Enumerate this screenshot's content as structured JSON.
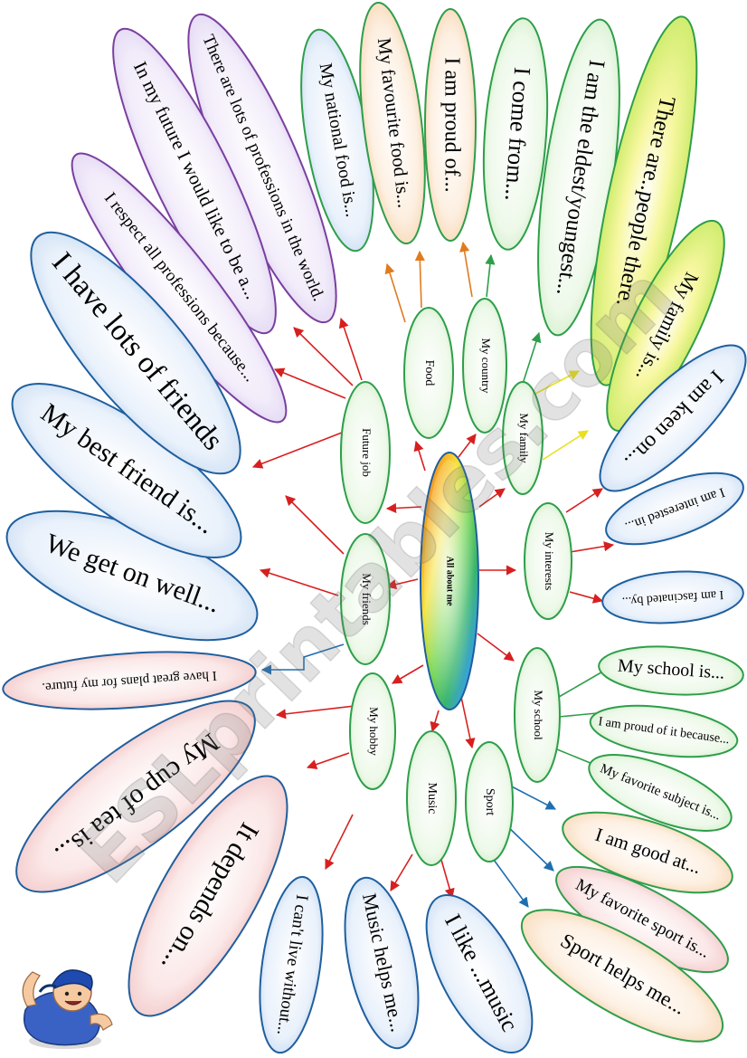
{
  "center": {
    "label": "All about me"
  },
  "topics": [
    {
      "id": "food",
      "label": "Food"
    },
    {
      "id": "my-country",
      "label": "My country"
    },
    {
      "id": "my-family",
      "label": "My family"
    },
    {
      "id": "my-interests",
      "label": "My interests"
    },
    {
      "id": "my-school",
      "label": "My school"
    },
    {
      "id": "sport",
      "label": "Sport"
    },
    {
      "id": "music",
      "label": "Music"
    },
    {
      "id": "my-hobby",
      "label": "My hobby"
    },
    {
      "id": "my-friends",
      "label": "My friends"
    },
    {
      "id": "future-job",
      "label": "Future job"
    }
  ],
  "phrases": [
    {
      "topic": "future-job",
      "text": "There are lots of professions in the world."
    },
    {
      "topic": "future-job",
      "text": "In my future I would like to be a..."
    },
    {
      "topic": "future-job",
      "text": "I respect all professions because..."
    },
    {
      "topic": "food",
      "text": "My national food is..."
    },
    {
      "topic": "food",
      "text": "My favourite food is..."
    },
    {
      "topic": "my-country",
      "text": "I am proud of..."
    },
    {
      "topic": "my-country",
      "text": "I come from..."
    },
    {
      "topic": "my-family",
      "text": "I am the eldest/youngest..."
    },
    {
      "topic": "my-family",
      "text": "There are..people there."
    },
    {
      "topic": "my-family",
      "text": "My family is..."
    },
    {
      "topic": "my-interests",
      "text": "I am keen on..."
    },
    {
      "topic": "my-interests",
      "text": "I am interested in..."
    },
    {
      "topic": "my-interests",
      "text": "I am fascinated by..."
    },
    {
      "topic": "my-school",
      "text": "My school is..."
    },
    {
      "topic": "my-school",
      "text": "I am proud of it because..."
    },
    {
      "topic": "my-school",
      "text": "My favorite subject is..."
    },
    {
      "topic": "sport",
      "text": "I am good at..."
    },
    {
      "topic": "sport",
      "text": "My favorite sport is..."
    },
    {
      "topic": "sport",
      "text": "Sport helps me..."
    },
    {
      "topic": "music",
      "text": "I like ...music"
    },
    {
      "topic": "music",
      "text": "Music helps me..."
    },
    {
      "topic": "my-hobby",
      "text": "I can't live without..."
    },
    {
      "topic": "my-hobby",
      "text": "It depends on..."
    },
    {
      "topic": "my-hobby",
      "text": "My cup of tea is..."
    },
    {
      "topic": "my-friends",
      "text": "I have great plans for my future."
    },
    {
      "topic": "my-friends",
      "text": "We get on well..."
    },
    {
      "topic": "my-friends",
      "text": "My best friend is..."
    },
    {
      "topic": "my-friends",
      "text": "I have lots of friends"
    }
  ],
  "watermark": "ESLprintables.com",
  "colors": {
    "green-border": "#2e9e4a",
    "blue-border": "#1f5f9e",
    "purple-border": "#7a3f9e",
    "arrow-red": "#d81f1f",
    "arrow-orange": "#e07b1f",
    "arrow-green": "#2e9e4a",
    "arrow-yellow": "#e8e020",
    "arrow-blue": "#1f6fb0"
  }
}
